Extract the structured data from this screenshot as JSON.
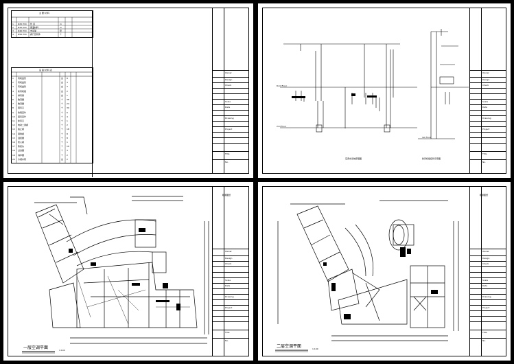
{
  "sheets": {
    "s1": {
      "table1": {
        "title": "主 要 材 料",
        "rows": [
          [
            "1",
            "Φ25 PVC",
            "管 道",
            "m",
            ""
          ],
          [
            "2",
            "Φ32 PVC",
            "保温材料",
            "m",
            ""
          ],
          [
            "3",
            "Φ40 PVC",
            "支吊架",
            "套",
            ""
          ],
          [
            "4",
            "Φ50 PVC",
            "阀门及附件",
            "个",
            ""
          ]
        ]
      },
      "table2": {
        "title": "设 备 材 料 表",
        "rows": [
          [
            "1",
            "风机盘管",
            "",
            "台",
            "8"
          ],
          [
            "2",
            "风机盘管",
            "",
            "台",
            "3"
          ],
          [
            "3",
            "风机盘管",
            "",
            "台",
            "3"
          ],
          [
            "4",
            "新风机组",
            "",
            "台",
            "2"
          ],
          [
            "5",
            "排风扇",
            "",
            "台",
            "1"
          ],
          [
            "6",
            "散流器",
            "",
            "个",
            "38"
          ],
          [
            "7",
            "散流器",
            "",
            "个",
            "24"
          ],
          [
            "8",
            "回风口",
            "",
            "个",
            "30"
          ],
          [
            "9",
            "防雨百叶",
            "",
            "个",
            "6"
          ],
          [
            "10",
            "回风百叶",
            "",
            "个",
            "4"
          ],
          [
            "11",
            "新风口",
            "",
            "个",
            "1"
          ],
          [
            "12",
            "电动二通阀",
            "",
            "个",
            "2"
          ],
          [
            "13",
            "截止阀",
            "",
            "个",
            "18"
          ],
          [
            "14",
            "铜球阀",
            "",
            "个",
            "8"
          ],
          [
            "15",
            "温控器",
            "",
            "个",
            "8"
          ],
          [
            "16",
            "防火阀",
            "",
            "个",
            "1"
          ],
          [
            "17",
            "软接头",
            "",
            "个",
            "10"
          ],
          [
            "18",
            "过滤器",
            "",
            "个",
            "3"
          ],
          [
            "19",
            "消声器",
            "",
            "个",
            "2"
          ],
          [
            "20",
            "冷凝水泵",
            "",
            "台",
            "2"
          ]
        ]
      },
      "title_block": {
        "labels": [
          "Owner",
          "Design",
          "Check",
          "",
          "",
          "Scale",
          "Date",
          "",
          "Drawing",
          "",
          "Project",
          "",
          "",
          "",
          "Title",
          "No."
        ]
      }
    },
    "s2": {
      "labels": {
        "roof_line_top": "Roof Floor",
        "roof_line_mid": "2nd Floor",
        "roof_line_low": "1st Floor",
        "caption_left": "空调水系统原理图",
        "caption_right": "新风机组接管示意图"
      },
      "title_block": {
        "labels": [
          "Owner",
          "Design",
          "Check",
          "",
          "",
          "Scale",
          "Date",
          "",
          "Drawing",
          "",
          "Project",
          "",
          "",
          "",
          "Title",
          "No."
        ]
      }
    },
    "s3": {
      "plan_title": "一层空调平面",
      "scale_note": "1:100",
      "corner_note": "暖通图纸",
      "title_block": {
        "labels": [
          "Owner",
          "Design",
          "Check",
          "",
          "",
          "Scale",
          "Date",
          "",
          "Drawing",
          "",
          "Project",
          "",
          "",
          "",
          "Title",
          "No."
        ]
      }
    },
    "s4": {
      "plan_title": "二层空调平面",
      "scale_note": "1:100",
      "corner_note": "暖通图纸",
      "title_block": {
        "labels": [
          "Owner",
          "Design",
          "Check",
          "",
          "",
          "Scale",
          "Date",
          "",
          "Drawing",
          "",
          "Project",
          "",
          "",
          "",
          "Title",
          "No."
        ]
      }
    }
  }
}
